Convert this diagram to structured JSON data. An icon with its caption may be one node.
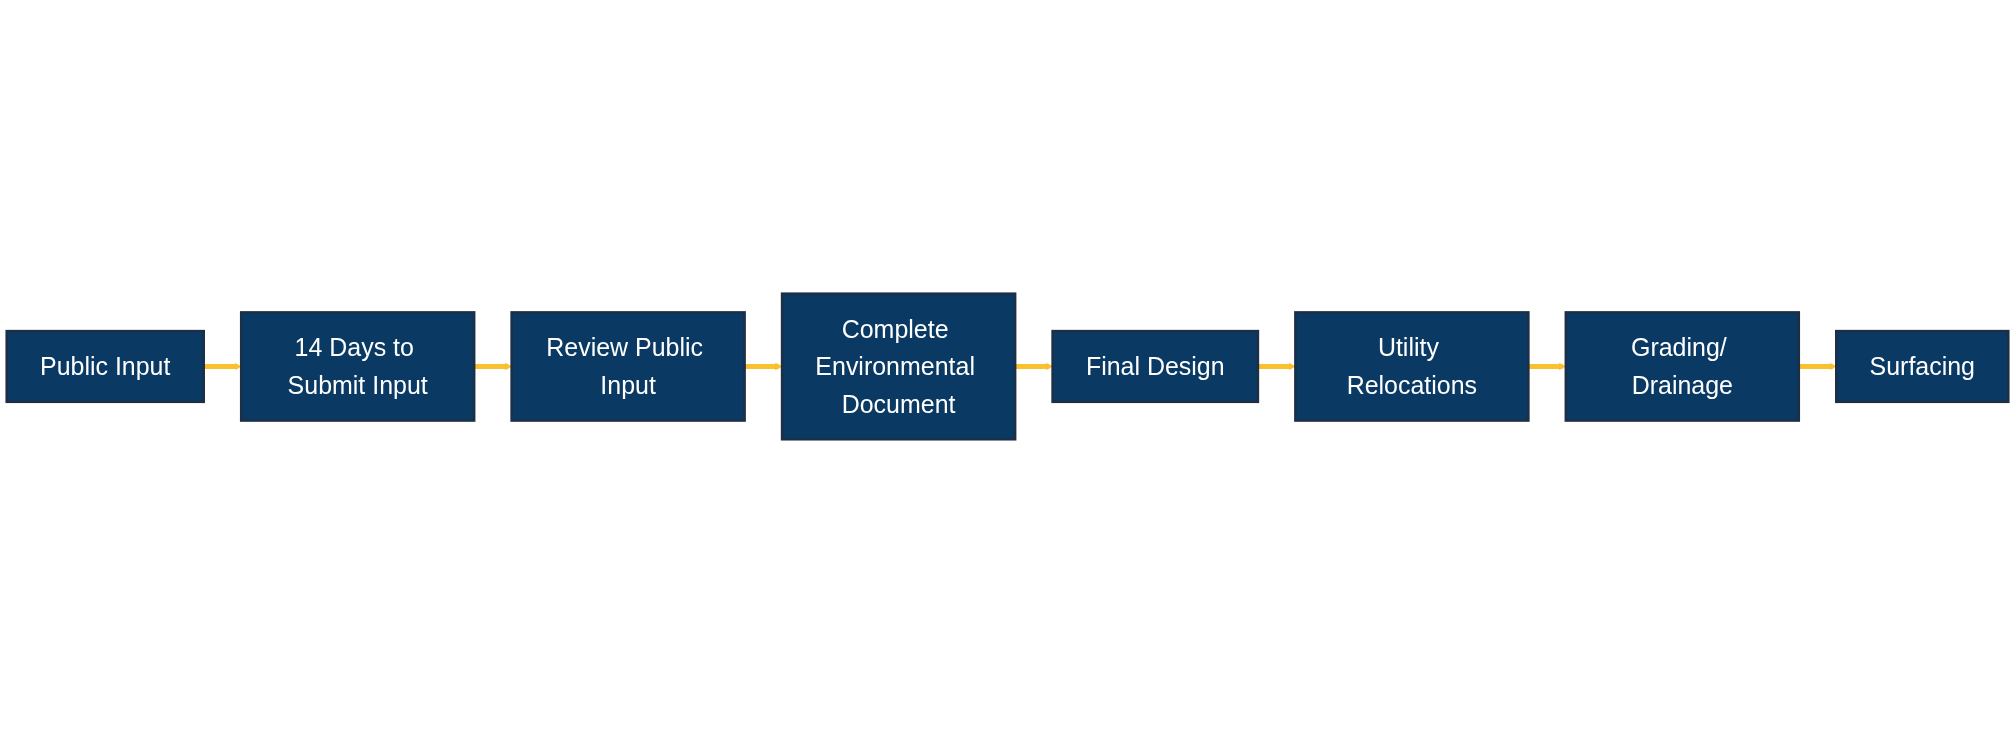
{
  "diagram": {
    "nodes": [
      {
        "text": [
          "Public Input"
        ]
      },
      {
        "text": [
          "14 Days to Submit Input"
        ]
      },
      {
        "text": [
          "Review Public Input"
        ]
      },
      {
        "text": [
          "Complete Environmental Document"
        ]
      },
      {
        "text": [
          "Final Design"
        ]
      },
      {
        "text": [
          "Utility Relocations"
        ]
      },
      {
        "text": [
          "Grading/ Drainage"
        ]
      },
      {
        "text": [
          "Surfacing"
        ]
      }
    ],
    "edges": [
      {
        "from": 0,
        "to": 1,
        "arrow": "to"
      },
      {
        "from": 1,
        "to": 2,
        "arrow": "to"
      },
      {
        "from": 2,
        "to": 3,
        "arrow": "to"
      },
      {
        "from": 3,
        "to": 4,
        "arrow": "to"
      },
      {
        "from": 4,
        "to": 5,
        "arrow": "to"
      },
      {
        "from": 5,
        "to": 6,
        "arrow": "to"
      },
      {
        "from": 6,
        "to": 7,
        "arrow": "to"
      }
    ]
  }
}
